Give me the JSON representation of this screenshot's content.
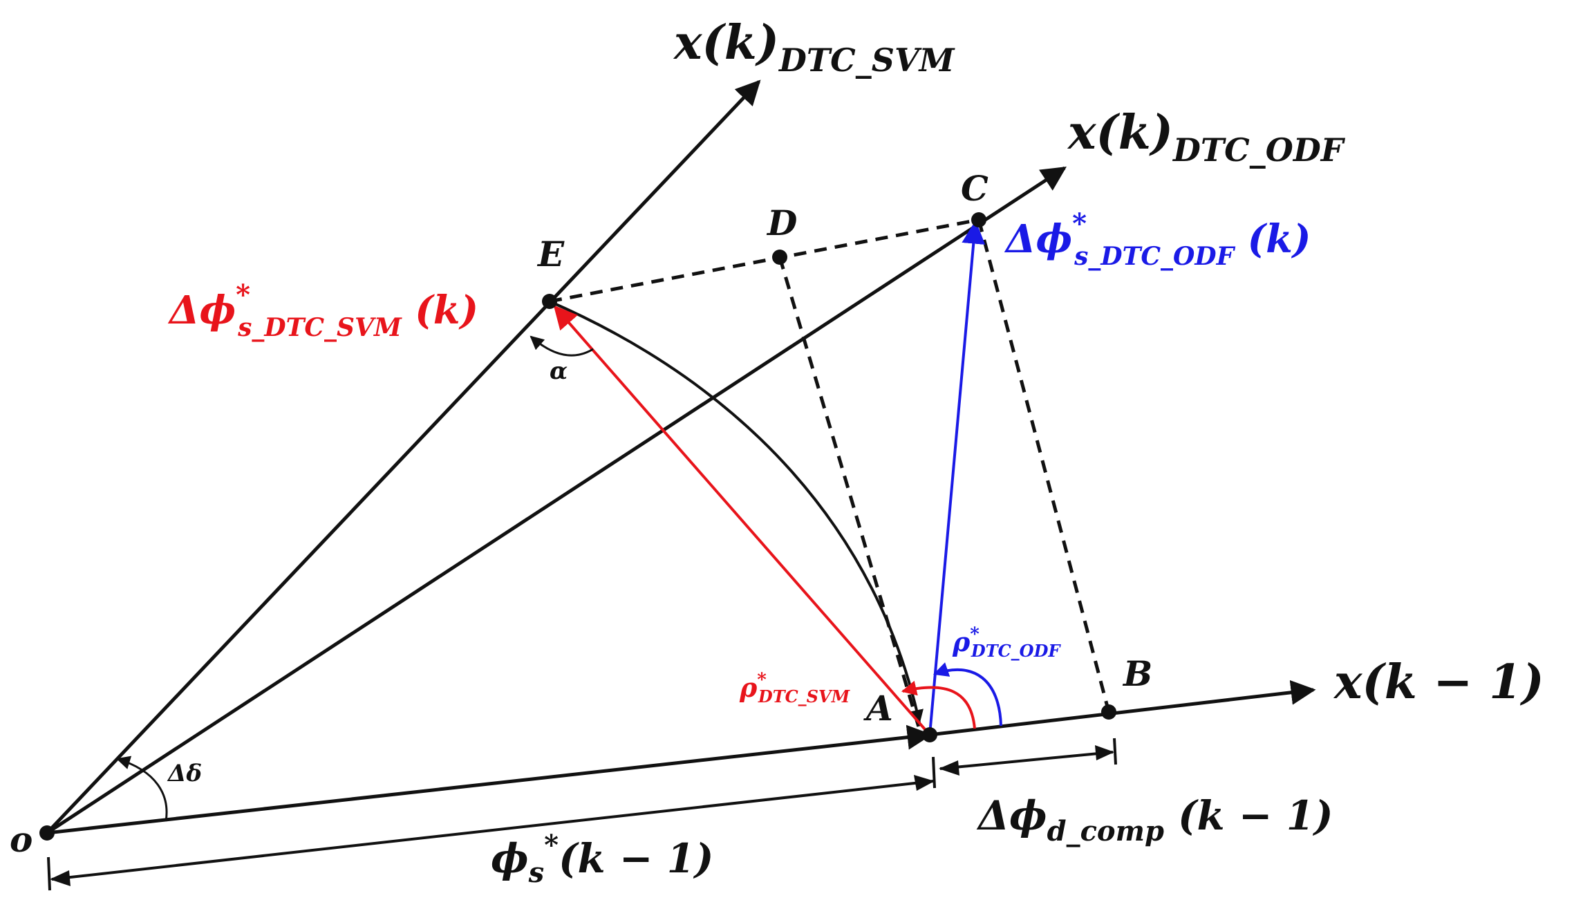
{
  "colors": {
    "black": "#111111",
    "svm_red": "#e8141b",
    "odf_blue": "#1a1ae6"
  },
  "axes": {
    "svm": {
      "main": "x(k)",
      "sub": "DTC_SVM"
    },
    "odf": {
      "main": "x(k)",
      "sub": "DTC_ODF"
    },
    "prev": {
      "main": "x(k − 1)"
    }
  },
  "points": {
    "origin": "o",
    "A": "A",
    "B": "B",
    "C": "C",
    "D": "D",
    "E": "E"
  },
  "labels": {
    "svm_vector": {
      "main": "Δϕ",
      "sup": "*",
      "sub": "s_DTC_SVM",
      "arg": " (k)"
    },
    "odf_vector": {
      "main": "Δϕ",
      "sup": "*",
      "sub": "s_DTC_ODF",
      "arg": " (k)"
    },
    "flux_prev": {
      "main": "ϕ",
      "sub": "s",
      "sup": "*",
      "arg": "(k − 1)"
    },
    "comp": {
      "main": "Δϕ",
      "sub": "d_comp",
      "arg": " (k − 1)"
    },
    "rho_svm": {
      "main": "ρ",
      "sup": "*",
      "sub": "DTC_SVM"
    },
    "rho_odf": {
      "main": "ρ",
      "sup": "*",
      "sub": "DTC_ODF"
    },
    "alpha": "α",
    "delta_delta": "Δδ"
  }
}
